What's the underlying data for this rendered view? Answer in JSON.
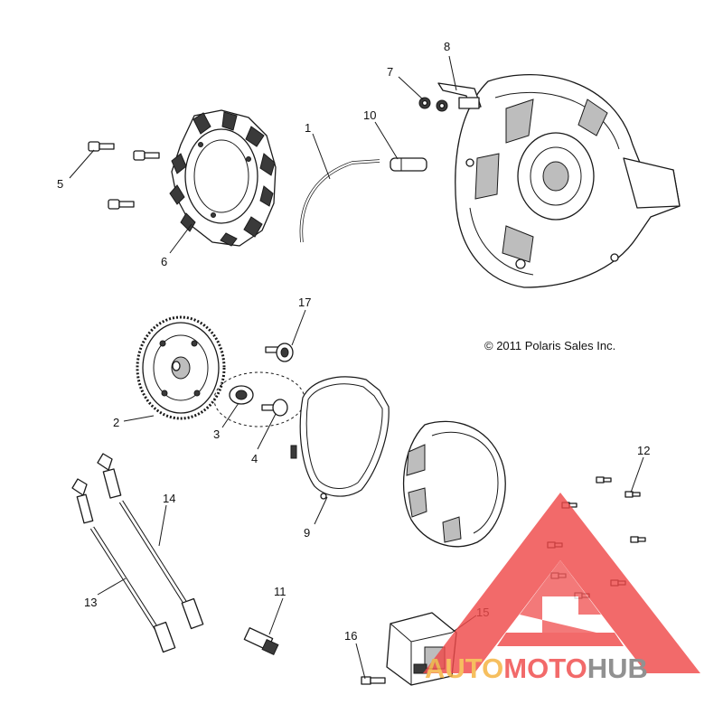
{
  "copyright": "© 2011 Polaris Sales Inc.",
  "callouts": [
    "1",
    "2",
    "3",
    "4",
    "5",
    "6",
    "7",
    "8",
    "9",
    "10",
    "11",
    "12",
    "13",
    "14",
    "15",
    "16",
    "17"
  ],
  "watermark": {
    "word_part_1": "AUTO",
    "word_part_2": "MOTO",
    "word_part_3": "HUB",
    "color_red": "#f04a4a",
    "color_orange": "#f5b13d",
    "color_gray": "#7a7a7a"
  }
}
